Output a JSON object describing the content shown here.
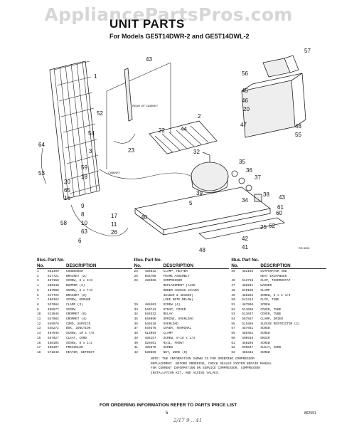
{
  "watermark": "AppliancePartsPros.com",
  "title": "UNIT PARTS",
  "subtitle": "For Models GE5T14DWR-2 and GE5T14DWL-2",
  "diagram": {
    "callouts": [
      "57",
      "56",
      "43",
      "45",
      "46",
      "1",
      "2",
      "20",
      "44",
      "47",
      "55",
      "48",
      "22",
      "23",
      "3",
      "52",
      "54",
      "64",
      "53",
      "59",
      "18",
      "20",
      "65",
      "16",
      "9",
      "8",
      "10",
      "58",
      "6",
      "63",
      "32",
      "35",
      "36",
      "37",
      "38",
      "34",
      "39",
      "5",
      "60",
      "40",
      "17",
      "11",
      "26",
      "42",
      "41",
      "48",
      "62",
      "43",
      "61",
      "25"
    ],
    "small_text": [
      "REAR OF CABINET",
      "CABINET"
    ],
    "ref_code": "RE-5591"
  },
  "table": {
    "headers": {
      "no": "Illus. No.",
      "part": "Part No.",
      "desc": "DESCRIPTION"
    },
    "columns": [
      [
        {
          "no": "1",
          "part": "681399",
          "desc": "CONDENSER"
        },
        {
          "no": "2",
          "part": "517721",
          "desc": "BRACKET (2)"
        },
        {
          "no": "3",
          "part": "487158",
          "desc": "SCREW, 8 x 3/8"
        },
        {
          "no": "4",
          "part": "606340",
          "desc": "BUMPER (2)"
        },
        {
          "no": "5",
          "part": "487988",
          "desc": "SCREW, 8 x 7/8"
        },
        {
          "no": "6",
          "part": "517722",
          "desc": "BRACKET (2)"
        },
        {
          "no": "7",
          "part": "486383",
          "desc": "SCREW, GROUND"
        },
        {
          "no": "8",
          "part": "537084",
          "desc": "CLAMP (3)"
        },
        {
          "no": "9",
          "part": "488577",
          "desc": "SCREW"
        },
        {
          "no": "10",
          "part": "513646",
          "desc": "GROMMET (8)"
        },
        {
          "no": "11",
          "part": "847083",
          "desc": "GROMMET (4)"
        },
        {
          "no": "12",
          "part": "849978",
          "desc": "CORD, SERVICE"
        },
        {
          "no": "13",
          "part": "535272",
          "desc": "BOX, JUNCTION"
        },
        {
          "no": "14",
          "part": "487945",
          "desc": "SCREW, 10 x 7/8"
        },
        {
          "no": "15",
          "part": "657027",
          "desc": "CLEAT, CORD"
        },
        {
          "no": "16",
          "part": "488104",
          "desc": "SCREW, 8 x 1/2"
        },
        {
          "no": "17",
          "part": "488107",
          "desc": "PRECOOLER"
        },
        {
          "no": "18",
          "part": "571648",
          "desc": "HEATER, DEFROST"
        }
      ],
      [
        {
          "no": "23",
          "part": "488842",
          "desc": "CLAMP, HEATER"
        },
        {
          "no": "25",
          "part": "856708",
          "desc": "FRAME ASSEMBLY"
        },
        {
          "no": "26",
          "part": "482068",
          "desc": "COMPRESSOR"
        },
        {
          "no": "",
          "part": "",
          "desc": "REPLACEMENT (ALSO"
        },
        {
          "no": "",
          "part": "",
          "desc": "ORDER ACCESS VALVES"
        },
        {
          "no": "",
          "part": "",
          "desc": "481829 & 481630)"
        },
        {
          "no": "",
          "part": "",
          "desc": "(SEE NOTE BELOW)"
        },
        {
          "no": "29",
          "part": "488403",
          "desc": "SCREW (4)"
        },
        {
          "no": "33",
          "part": "549742",
          "desc": "STRAP, COVER"
        },
        {
          "no": "34",
          "part": "548332",
          "desc": "RELAY"
        },
        {
          "no": "35",
          "part": "849096",
          "desc": "SPRING, OVERLOAD"
        },
        {
          "no": "36",
          "part": "549410",
          "desc": "OVERLOAD"
        },
        {
          "no": "37",
          "part": "549376",
          "desc": "COVER, TERMINAL"
        },
        {
          "no": "38",
          "part": "513094",
          "desc": "CLAMP"
        },
        {
          "no": "39",
          "part": "488157",
          "desc": "SCREW, 8-18 x 1/2"
        },
        {
          "no": "40",
          "part": "520461",
          "desc": "RAIL, FRONT"
        },
        {
          "no": "41",
          "part": "485870",
          "desc": "SCREW"
        },
        {
          "no": "43",
          "part": "530860",
          "desc": "NUT, WIRE (5)"
        }
      ],
      [
        {
          "no": "45",
          "part": "482165",
          "desc": "EVAPORATOR AND"
        },
        {
          "no": "",
          "part": "",
          "desc": "HEAT EXCHANGER"
        },
        {
          "no": "46",
          "part": "512718",
          "desc": "CLIP, THERMOSTAT"
        },
        {
          "no": "47",
          "part": "488291",
          "desc": "WASHER"
        },
        {
          "no": "48",
          "part": "525105",
          "desc": "CLAMP"
        },
        {
          "no": "49",
          "part": "488282",
          "desc": "SCREW, 8 x 1-1/4"
        },
        {
          "no": "50",
          "part": "542414",
          "desc": "CLIP, TUBE"
        },
        {
          "no": "51",
          "part": "487996",
          "desc": "SCREW"
        },
        {
          "no": "52",
          "part": "511036",
          "desc": "COVER, TUBE"
        },
        {
          "no": "53",
          "part": "511047",
          "desc": "COVER, TUBE"
        },
        {
          "no": "54",
          "part": "567567",
          "desc": "CLAMP, DRIER"
        },
        {
          "no": "55",
          "part": "515466",
          "desc": "SLEEVE RESTRICTOR (2)"
        },
        {
          "no": "57",
          "part": "487941",
          "desc": "SCREW"
        },
        {
          "no": "59",
          "part": "488462",
          "desc": "SCREW"
        },
        {
          "no": "60",
          "part": "500919",
          "desc": "DRIER"
        },
        {
          "no": "61",
          "part": "488286",
          "desc": "SCREW"
        },
        {
          "no": "62",
          "part": "590647",
          "desc": "CLEAT, CORD"
        },
        {
          "no": "63",
          "part": "488442",
          "desc": "SCREW"
        }
      ]
    ]
  },
  "note": "NOTE: THE INFORMATION SHOWN IS FOR ORDERING COMPRESSOR REPLACEMENT. BEFORE ORDERING, CHECK SEALED SYSTEM REPAIR MANUAL FOR CURRENT INFORMATION ON SERVICE COMPRESSOR, COMPRESSOR INSTALLATION KIT, AND ACCESS VALVES.",
  "order_note": "FOR ORDERING INFORMATION REFER TO PARTS PRICE LIST",
  "page_number": "5",
  "doc_code": "862591",
  "handwritten": "2/17 9 .. 41"
}
